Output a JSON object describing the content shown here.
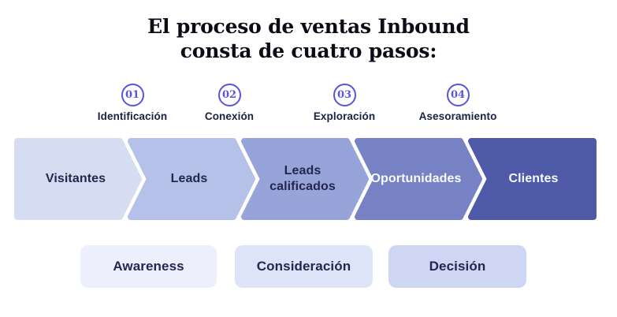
{
  "title": "El proceso de ventas Inbound\nconsta de cuatro pasos:",
  "steps": [
    {
      "number": "01",
      "label": "Identificación"
    },
    {
      "number": "02",
      "label": "Conexión"
    },
    {
      "number": "03",
      "label": "Exploración"
    },
    {
      "number": "04",
      "label": "Asesoramiento"
    }
  ],
  "funnel": {
    "stages": [
      {
        "label": "Visitantes",
        "color": "#d6dcf2",
        "text_color": "#23274d"
      },
      {
        "label": "Leads",
        "color": "#b5c1e8",
        "text_color": "#23274d"
      },
      {
        "label": "Leads\ncalificados",
        "color": "#97a4d9",
        "text_color": "#23274d"
      },
      {
        "label": "Oportunidades",
        "color": "#7682c3",
        "text_color": "#fafbff"
      },
      {
        "label": "Clientes",
        "color": "#4e59a8",
        "text_color": "#fafbff"
      }
    ],
    "phases": [
      {
        "label": "Awareness",
        "color": "#edf0fc"
      },
      {
        "label": "Consideración",
        "color": "#dee4f8"
      },
      {
        "label": "Decisión",
        "color": "#ced6f4"
      }
    ]
  },
  "colors": {
    "accent_purple": "#5b55d9",
    "heading_text": "#0c0c16",
    "navy_text": "#1b2142",
    "background": "#ffffff"
  }
}
